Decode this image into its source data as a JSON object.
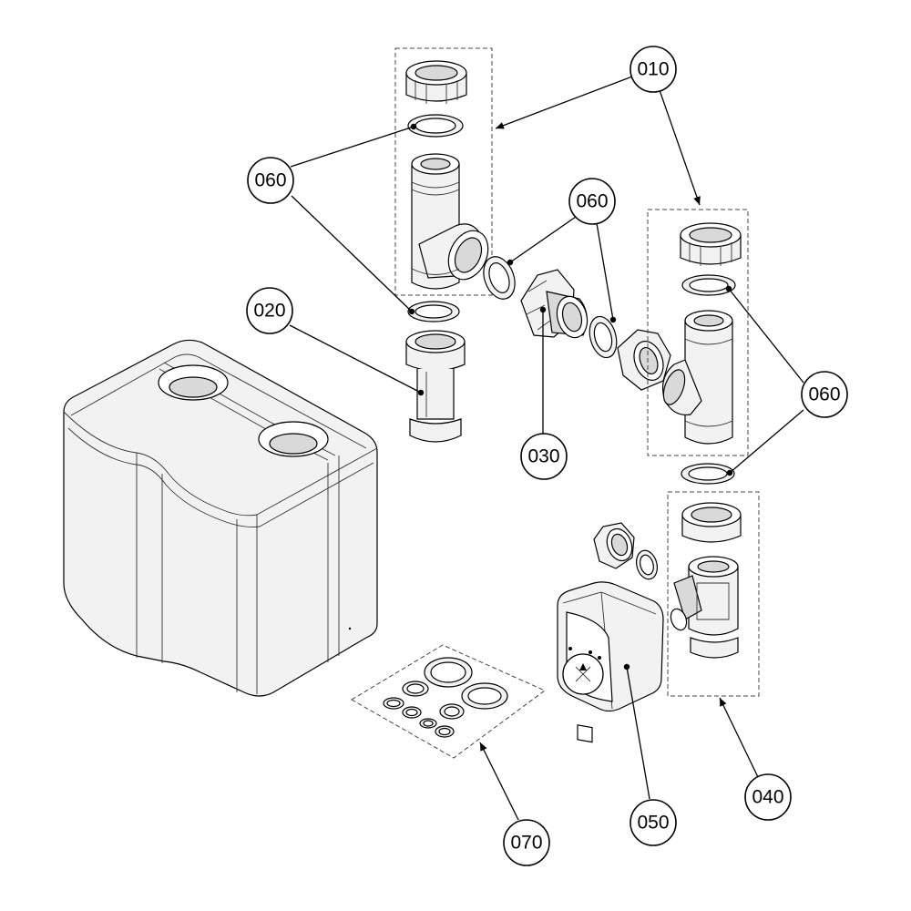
{
  "callouts": {
    "c010": "010",
    "c020": "020",
    "c030": "030",
    "c040": "040",
    "c050": "050",
    "c060_a": "060",
    "c060_b": "060",
    "c060_c": "060",
    "c070": "070"
  }
}
